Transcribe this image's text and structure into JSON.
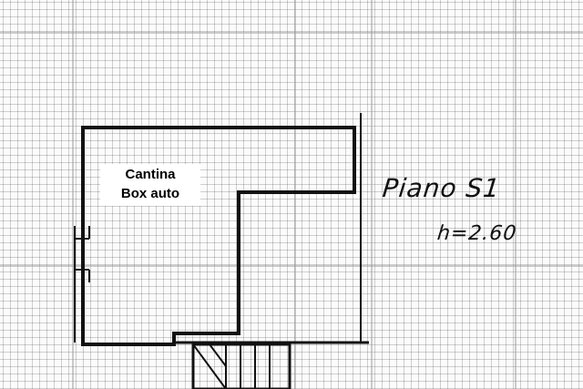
{
  "room": {
    "line1": "Cantina",
    "line2": "Box auto"
  },
  "floor": {
    "name": "Piano S1",
    "height": "h=2.60"
  },
  "colors": {
    "ink": "#111111",
    "grid": "#bdbdbd",
    "paper": "#fbfbfb"
  }
}
